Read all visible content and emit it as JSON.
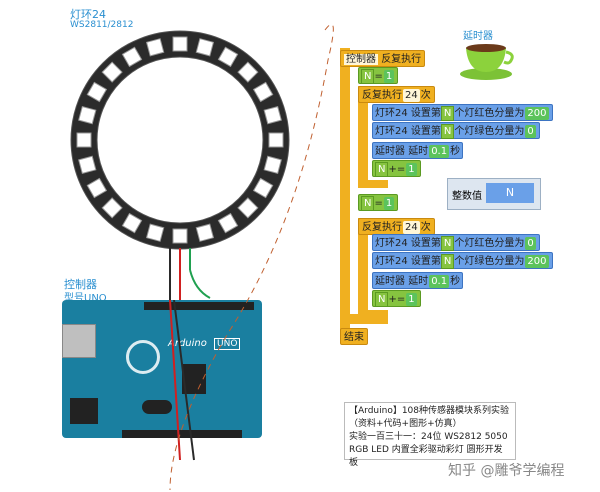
{
  "ring": {
    "title": "灯环24",
    "model": "WS2811/2812",
    "leds": 24
  },
  "controller": {
    "title": "控制器",
    "model": "型号UNO",
    "board_text": "Arduino",
    "board_uno": "UNO"
  },
  "timer_label": "延时器",
  "program": {
    "header": {
      "module": "控制器",
      "action": "反复执行"
    },
    "set_n1": {
      "var": "N",
      "op": "=",
      "value": "1"
    },
    "loop1": {
      "label": "反复执行",
      "count": "24",
      "unit": "次",
      "rows": [
        {
          "module": "灯环24",
          "text1": "设置第",
          "var": "N",
          "text2": "个灯红色分量为",
          "value": "200"
        },
        {
          "module": "灯环24",
          "text1": "设置第",
          "var": "N",
          "text2": "个灯绿色分量为",
          "value": "0"
        },
        {
          "module": "延时器",
          "text1": "延时",
          "value": "0.1",
          "unit": "秒"
        },
        {
          "var": "N",
          "op": "+=",
          "value": "1"
        }
      ]
    },
    "set_n2": {
      "var": "N",
      "op": "=",
      "value": "1"
    },
    "loop2": {
      "label": "反复执行",
      "count": "24",
      "unit": "次",
      "rows": [
        {
          "module": "灯环24",
          "text1": "设置第",
          "var": "N",
          "text2": "个灯红色分量为",
          "value": "0"
        },
        {
          "module": "灯环24",
          "text1": "设置第",
          "var": "N",
          "text2": "个灯绿色分量为",
          "value": "200"
        },
        {
          "module": "延时器",
          "text1": "延时",
          "value": "0.1",
          "unit": "秒"
        },
        {
          "var": "N",
          "op": "+=",
          "value": "1"
        }
      ]
    },
    "end": "结束"
  },
  "int_var": {
    "label": "整数值",
    "name": "N"
  },
  "note": {
    "line1": "【Arduino】108种传感器模块系列实验",
    "line2": "（资料+代码+图形+仿真）",
    "line3": "实验一百三十一：24位 WS2812 5050",
    "line4": "RGB LED 内置全彩驱动彩灯 圆形开发板"
  },
  "watermark": "知乎 @雕爷学编程",
  "colors": {
    "ring": "#2b2b2b",
    "board": "#1a7fa0",
    "control": "#f0b020",
    "variable": "#86c440",
    "module": "#6aa0e8"
  }
}
